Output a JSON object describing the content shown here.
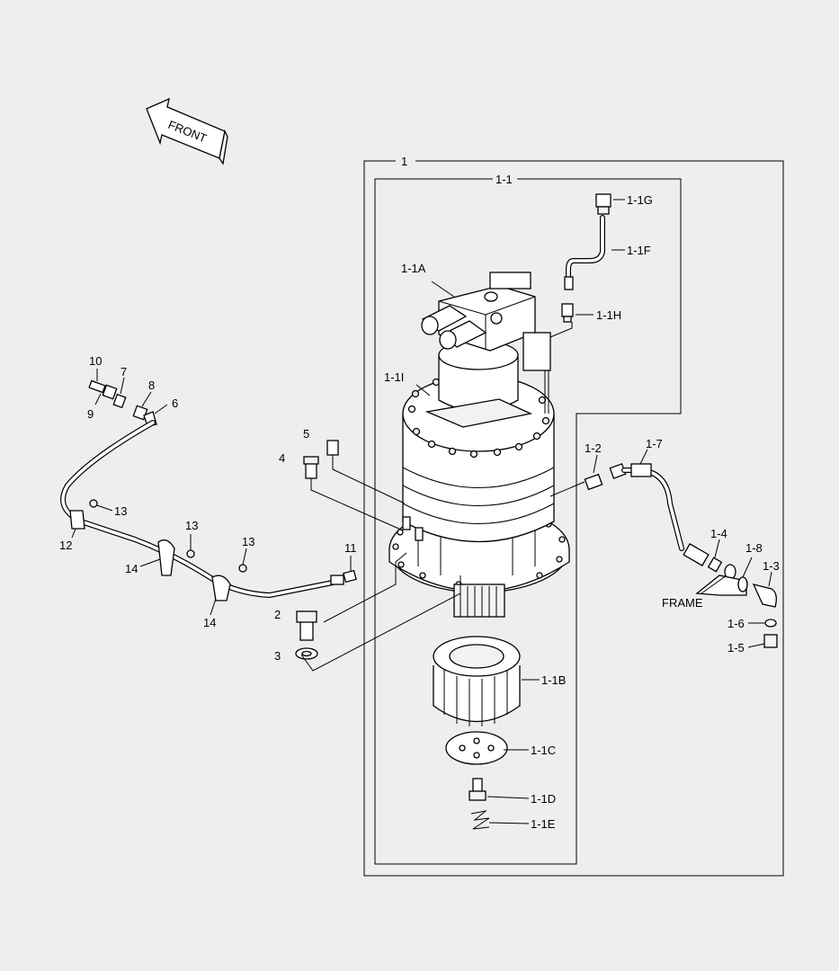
{
  "direction_marker": {
    "text": "FRONT"
  },
  "frame_label": "FRAME",
  "callouts": {
    "c1": "1",
    "c1_1": "1-1",
    "c1_1A": "1-1A",
    "c1_1B": "1-1B",
    "c1_1C": "1-1C",
    "c1_1D": "1-1D",
    "c1_1E": "1-1E",
    "c1_1F": "1-1F",
    "c1_1G": "1-1G",
    "c1_1H": "1-1H",
    "c1_1I": "1-1I",
    "c1_2": "1-2",
    "c1_3": "1-3",
    "c1_4": "1-4",
    "c1_5": "1-5",
    "c1_6": "1-6",
    "c1_7": "1-7",
    "c1_8": "1-8",
    "c2": "2",
    "c3": "3",
    "c4": "4",
    "c5": "5",
    "c6": "6",
    "c7": "7",
    "c8": "8",
    "c9": "9",
    "c10": "10",
    "c11": "11",
    "c12": "12",
    "c13a": "13",
    "c13b": "13",
    "c13c": "13",
    "c14a": "14",
    "c14b": "14"
  }
}
